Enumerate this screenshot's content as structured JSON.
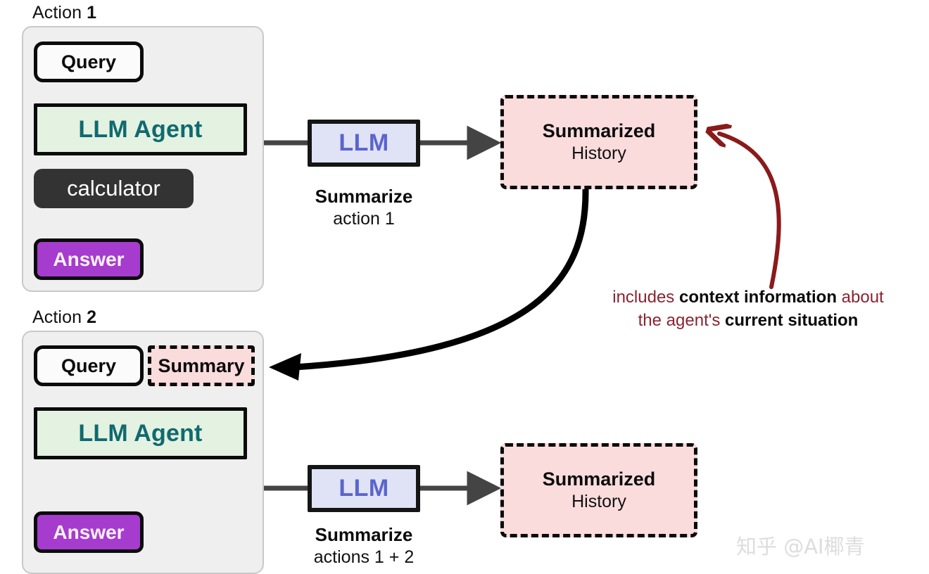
{
  "diagram": {
    "title_hint": "LLM agent summarized history loop",
    "colors": {
      "panel_bg": "#efefef",
      "panel_border": "#c9c9c9",
      "agent_bg": "#e3f2e1",
      "agent_text": "#11696f",
      "tool_bg": "#333333",
      "answer_bg": "#a63ccd",
      "llm_bg": "#dfe3f5",
      "llm_text": "#5b64cc",
      "history_bg": "#fadcdd",
      "note_red": "#8b2331",
      "outline_black": "#0b0b0b",
      "connector_gray": "#444444",
      "watermark_gray": "#dddddd"
    }
  },
  "action1": {
    "label_prefix": "Action ",
    "label_number": "1",
    "query": "Query",
    "agent": "LLM Agent",
    "tool": "calculator",
    "answer": "Answer",
    "llm": "LLM",
    "caption_bold": "Summarize",
    "caption_sub": "action 1",
    "history_bold": "Summarized",
    "history_sub": "History"
  },
  "action2": {
    "label_prefix": "Action ",
    "label_number": "2",
    "query": "Query",
    "summary": "Summary",
    "agent": "LLM Agent",
    "answer": "Answer",
    "llm": "LLM",
    "caption_bold": "Summarize",
    "caption_sub": "actions 1 + 2",
    "history_bold": "Summarized",
    "history_sub": "History"
  },
  "annotation": {
    "line1_part1": "includes ",
    "line1_bold": "context information",
    "line1_part2": " about",
    "line2_part1": "the agent's ",
    "line2_bold": "current situation"
  },
  "watermark": {
    "text": "知乎 @AI椰青"
  }
}
